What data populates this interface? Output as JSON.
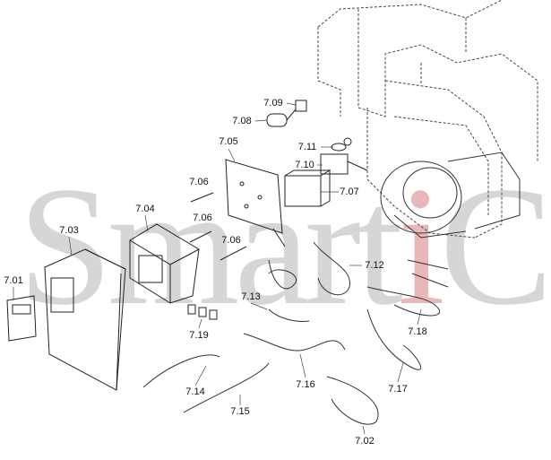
{
  "watermark": {
    "prefix": "Smart",
    "highlight": "i",
    "suffix": "Co",
    "highlight_color": "#e2a0a0"
  },
  "labels": [
    {
      "id": "p709",
      "text": "7.09"
    },
    {
      "id": "p708",
      "text": "7.08"
    },
    {
      "id": "p705",
      "text": "7.05"
    },
    {
      "id": "p711",
      "text": "7.11"
    },
    {
      "id": "p710",
      "text": "7.10"
    },
    {
      "id": "p706a",
      "text": "7.06"
    },
    {
      "id": "p707",
      "text": "7.07"
    },
    {
      "id": "p704",
      "text": "7.04"
    },
    {
      "id": "p706b",
      "text": "7.06"
    },
    {
      "id": "p703",
      "text": "7.03"
    },
    {
      "id": "p706c",
      "text": "7.06"
    },
    {
      "id": "p712",
      "text": "7.12"
    },
    {
      "id": "p701",
      "text": "7.01"
    },
    {
      "id": "p713",
      "text": "7.13"
    },
    {
      "id": "p719",
      "text": "7.19"
    },
    {
      "id": "p718",
      "text": "7.18"
    },
    {
      "id": "p714",
      "text": "7.14"
    },
    {
      "id": "p716",
      "text": "7.16"
    },
    {
      "id": "p717",
      "text": "7.17"
    },
    {
      "id": "p715",
      "text": "7.15"
    },
    {
      "id": "p702",
      "text": "7.02"
    }
  ]
}
